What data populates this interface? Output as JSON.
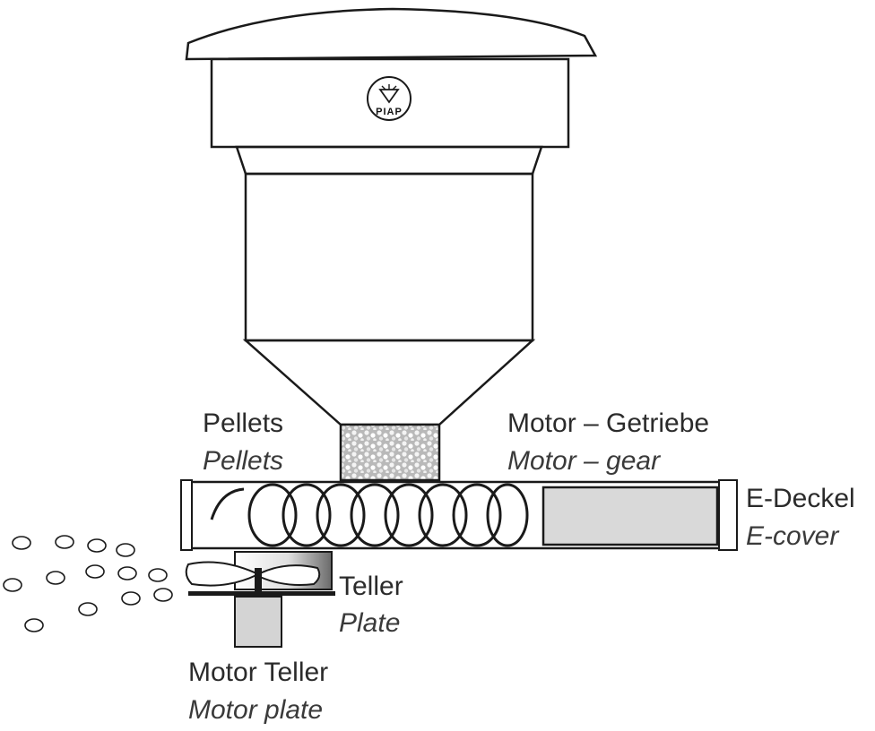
{
  "logo": {
    "text": "PIAP"
  },
  "labels": {
    "pellets": {
      "de": "Pellets",
      "en": "Pellets"
    },
    "motor_gear": {
      "de": "Motor – Getriebe",
      "en": "Motor – gear"
    },
    "e_cover": {
      "de": "E-Deckel",
      "en": "E-cover"
    },
    "plate": {
      "de": "Teller",
      "en": "Plate"
    },
    "motor_plate": {
      "de": "Motor Teller",
      "en": "Motor plate"
    }
  },
  "colors": {
    "outline": "#1a1a1a",
    "hopper_fill": "#ffffff",
    "motor_fill": "#d9d9d9",
    "motor_plate_fill": "#d4d4d4",
    "pellet_block_fill": "#c8c8c8"
  }
}
